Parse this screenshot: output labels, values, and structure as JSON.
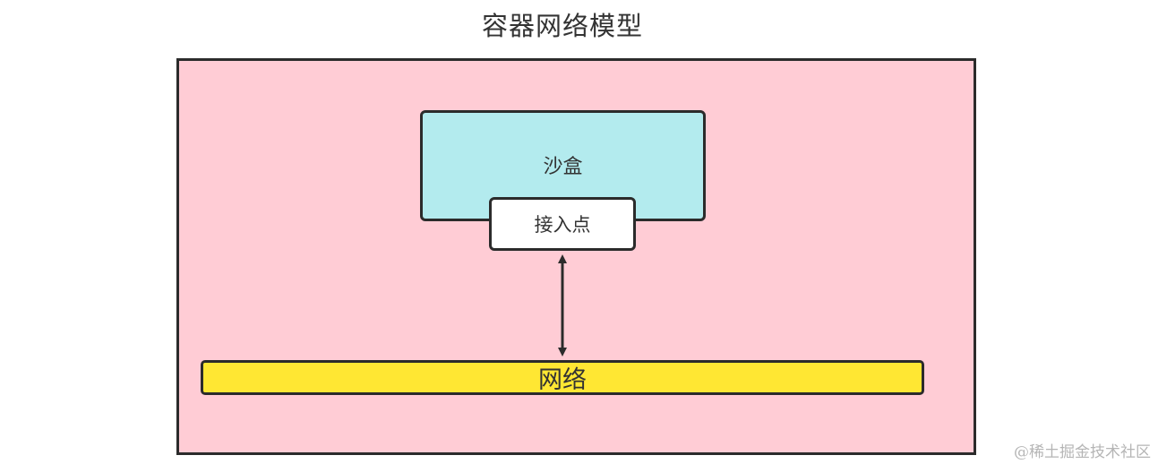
{
  "diagram": {
    "title": "容器网络模型",
    "container": {
      "fill": "#ffccd5"
    },
    "sandbox": {
      "label": "沙盒",
      "fill": "#b3ebee"
    },
    "endpoint": {
      "label": "接入点",
      "fill": "#ffffff"
    },
    "network": {
      "label": "网络",
      "fill": "#ffe733"
    },
    "connector": {
      "style": "double-arrow",
      "color": "#2b2b2b"
    }
  },
  "watermark": "@稀土掘金技术社区"
}
